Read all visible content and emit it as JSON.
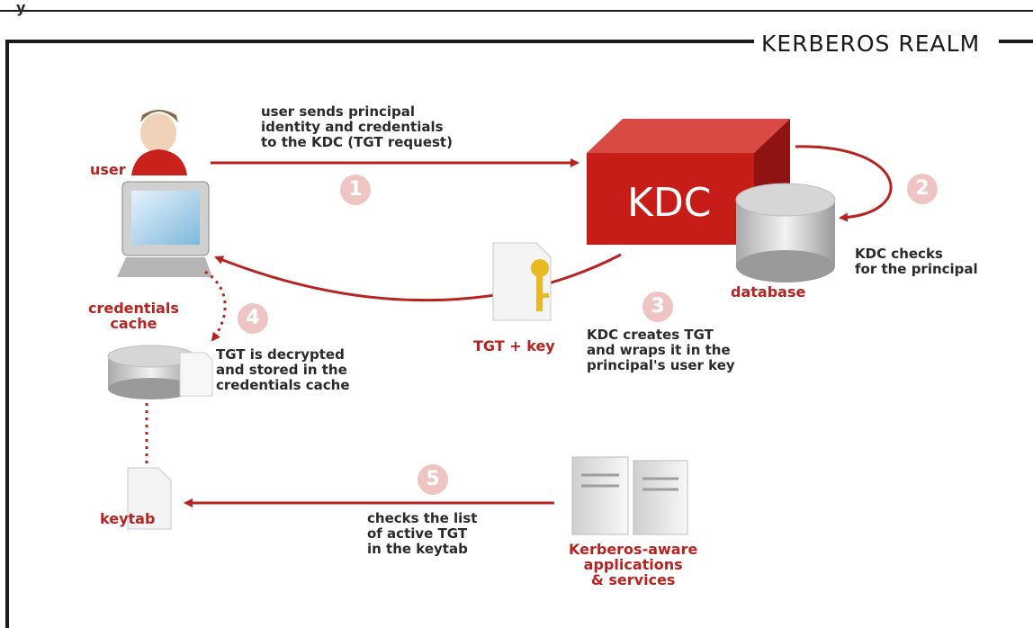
{
  "header_fragment": "y",
  "realm_title": "KERBEROS REALM",
  "nodes": {
    "user_label": "user",
    "kdc_label": "KDC",
    "database_label": "database",
    "credentials_cache_label": "credentials\ncache",
    "tgt_key_label": "TGT + key",
    "keytab_label": "keytab",
    "services_label": "Kerberos-aware\napplications\n& services"
  },
  "steps": [
    {
      "number": "1",
      "text": "user sends principal\nidentity and credentials\nto the KDC (TGT request)"
    },
    {
      "number": "2",
      "text": "KDC checks\nfor the principal"
    },
    {
      "number": "3",
      "text": "KDC creates TGT\nand wraps it in the\nprincipal's user key"
    },
    {
      "number": "4",
      "text": "TGT is decrypted\nand stored in the\ncredentials cache"
    },
    {
      "number": "5",
      "text": "checks the list\nof active TGT\nin the keytab"
    }
  ],
  "colors": {
    "accent": "#b8231f",
    "step_circle": "#efc5c3",
    "frame": "#1a1a1a"
  }
}
